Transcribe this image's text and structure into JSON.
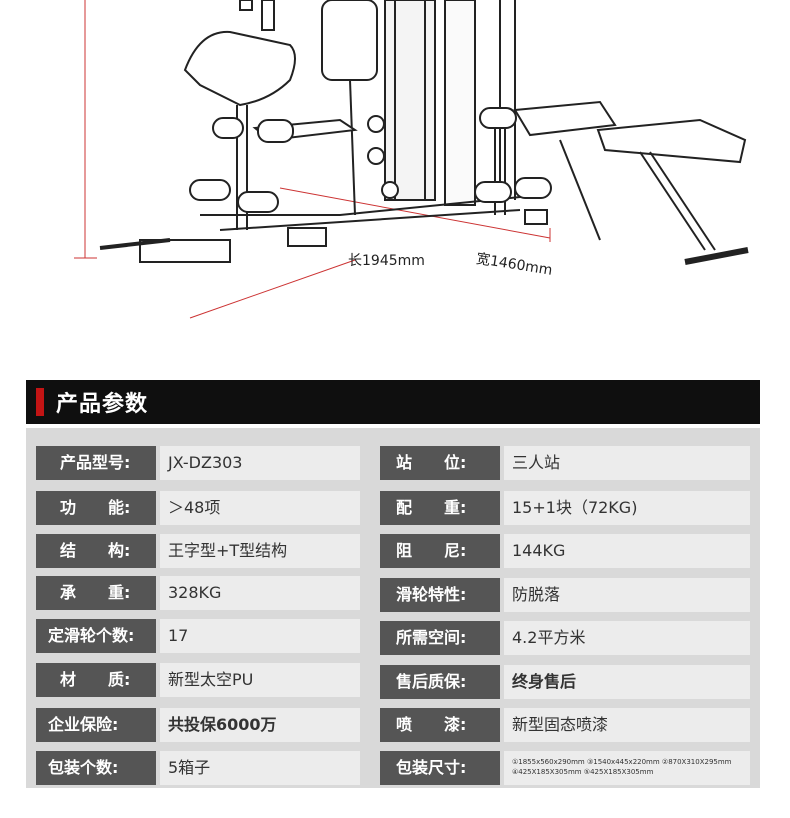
{
  "dimensions": {
    "length": "长1945mm",
    "width": "宽1460mm"
  },
  "section_title": "产品参数",
  "specs_left": [
    {
      "label": "产品型号:",
      "value": "JX-DZ303"
    },
    {
      "label": "功　　能:",
      "value": "＞48项"
    },
    {
      "label": "结　　构:",
      "value": "王字型+T型结构"
    },
    {
      "label": "承　　重:",
      "value": "328KG"
    },
    {
      "label": "定滑轮个数:",
      "value": "17"
    },
    {
      "label": "材　　质:",
      "value": "新型太空PU"
    },
    {
      "label": "企业保险:",
      "value": "共投保6000万"
    },
    {
      "label": "包装个数:",
      "value": "5箱子"
    }
  ],
  "specs_right": [
    {
      "label": "站　　位:",
      "value": "三人站"
    },
    {
      "label": "配　　重:",
      "value": "15+1块（72KG)"
    },
    {
      "label": "阻　　尼:",
      "value": "144KG"
    },
    {
      "label": "滑轮特性:",
      "value": "防脱落"
    },
    {
      "label": "所需空间:",
      "value": "4.2平方米"
    },
    {
      "label": "售后质保:",
      "value": "终身售后"
    },
    {
      "label": "喷　　漆:",
      "value": "新型固态喷漆"
    },
    {
      "label": "包装尺寸:",
      "value": "①1855x560x290mm ③1540x445x220mm ②870X310X295mm ④425X185X305mm ⑤425X185X305mm"
    }
  ]
}
